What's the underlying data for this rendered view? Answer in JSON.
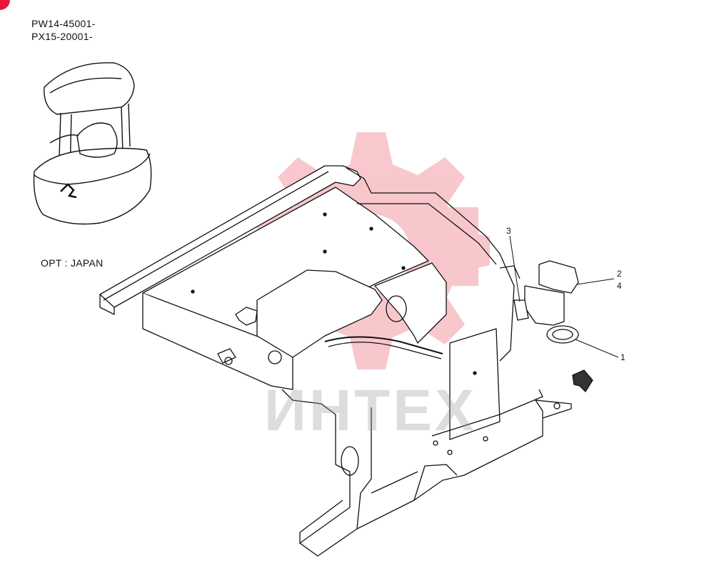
{
  "header": {
    "serial_1": "PW14-45001-",
    "serial_2": "PX15-20001-"
  },
  "option_note": "OPT : JAPAN",
  "callouts": {
    "c1": "1",
    "c2": "2",
    "c3": "3",
    "c4": "4"
  },
  "watermark": {
    "text": "ИНТЕХ"
  },
  "colors": {
    "line": "#111111",
    "watermark_gear": "#f29aa4",
    "corner_badge": "#e3193a"
  }
}
